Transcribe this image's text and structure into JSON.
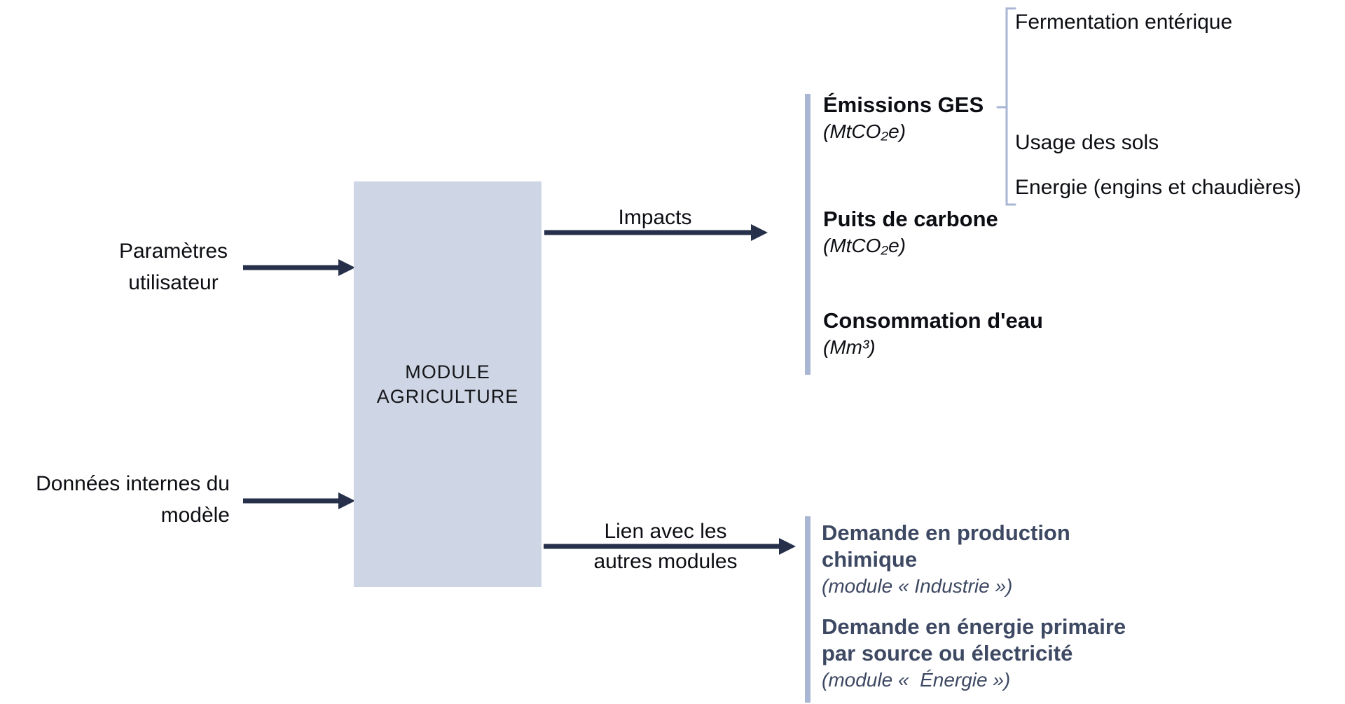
{
  "colors": {
    "background": "#ffffff",
    "module_box_fill": "#ced5e4",
    "arrow": "#26304a",
    "text_dark": "#0c0e13",
    "text_slate": "#3d4862",
    "connector": "#a9b6d3"
  },
  "module_box": {
    "lines": [
      "MODULE",
      "AGRICULTURE"
    ]
  },
  "inputs": [
    {
      "lines": [
        "Paramètres",
        "utilisateur"
      ]
    },
    {
      "lines": [
        "Données internes du",
        "modèle"
      ]
    }
  ],
  "flows": [
    {
      "lines": [
        "Impacts"
      ]
    },
    {
      "lines": [
        "Lien avec les",
        "autres modules"
      ]
    }
  ],
  "impacts_outputs": {
    "items": [
      {
        "title": "Émissions GES",
        "unit": "(MtCO₂e)"
      },
      {
        "title": "Puits de carbone",
        "unit": "(MtCO₂e)"
      },
      {
        "title": "Consommation d'eau",
        "unit": "(Mm³)"
      }
    ]
  },
  "ges_breakdown": [
    "Fermentation entérique",
    "Usage des sols",
    "Energie (engins et chaudières)"
  ],
  "module_outputs": {
    "items": [
      {
        "title_lines": [
          "Demande en production",
          "chimique"
        ],
        "unit": "(module « Industrie »)"
      },
      {
        "title_lines": [
          "Demande en énergie primaire",
          "par source ou électricité"
        ],
        "unit": "(module «  Énergie »)"
      }
    ]
  }
}
